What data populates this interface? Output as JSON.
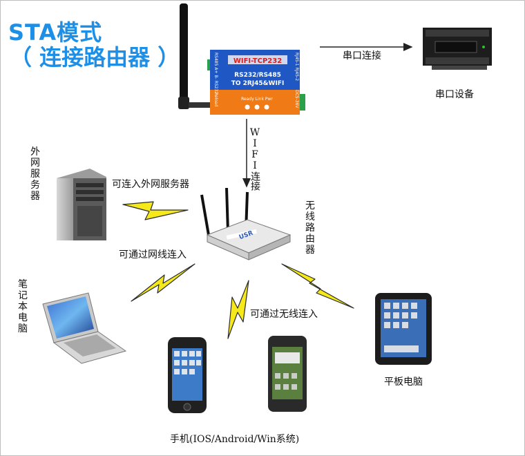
{
  "title": {
    "line1": "STA模式",
    "line2": "（ 连接路由器 ）"
  },
  "device": {
    "model": "WIFI-TCP232",
    "line1": "RS232/RS485",
    "line2": "TO 2RJ45&WIFI",
    "leds": "Ready  Link  Pwr",
    "left_ports": "RS485  A+  B-    RS232",
    "right_ports": "RJ45-1    RJ45-2",
    "reload": "Reload",
    "power": "DC5-36V"
  },
  "labels": {
    "serial_link": "串口连接",
    "serial_device": "串口设备",
    "wifi_link": "WIFI连接",
    "external_server": "外网服务器",
    "can_connect_server": "可连入外网服务器",
    "wireless_router": "无线路由器",
    "via_cable": "可通过网线连入",
    "laptop": "笔记本电脑",
    "via_wireless": "可通过无线连入",
    "tablet": "平板电脑",
    "phones": "手机(IOS/Android/Win系统)"
  },
  "router_brand": "USR",
  "colors": {
    "title": "#1e8fe6",
    "device_top": "#1f58c4",
    "device_bottom": "#f07a16",
    "bolt": "#f5e91a"
  }
}
